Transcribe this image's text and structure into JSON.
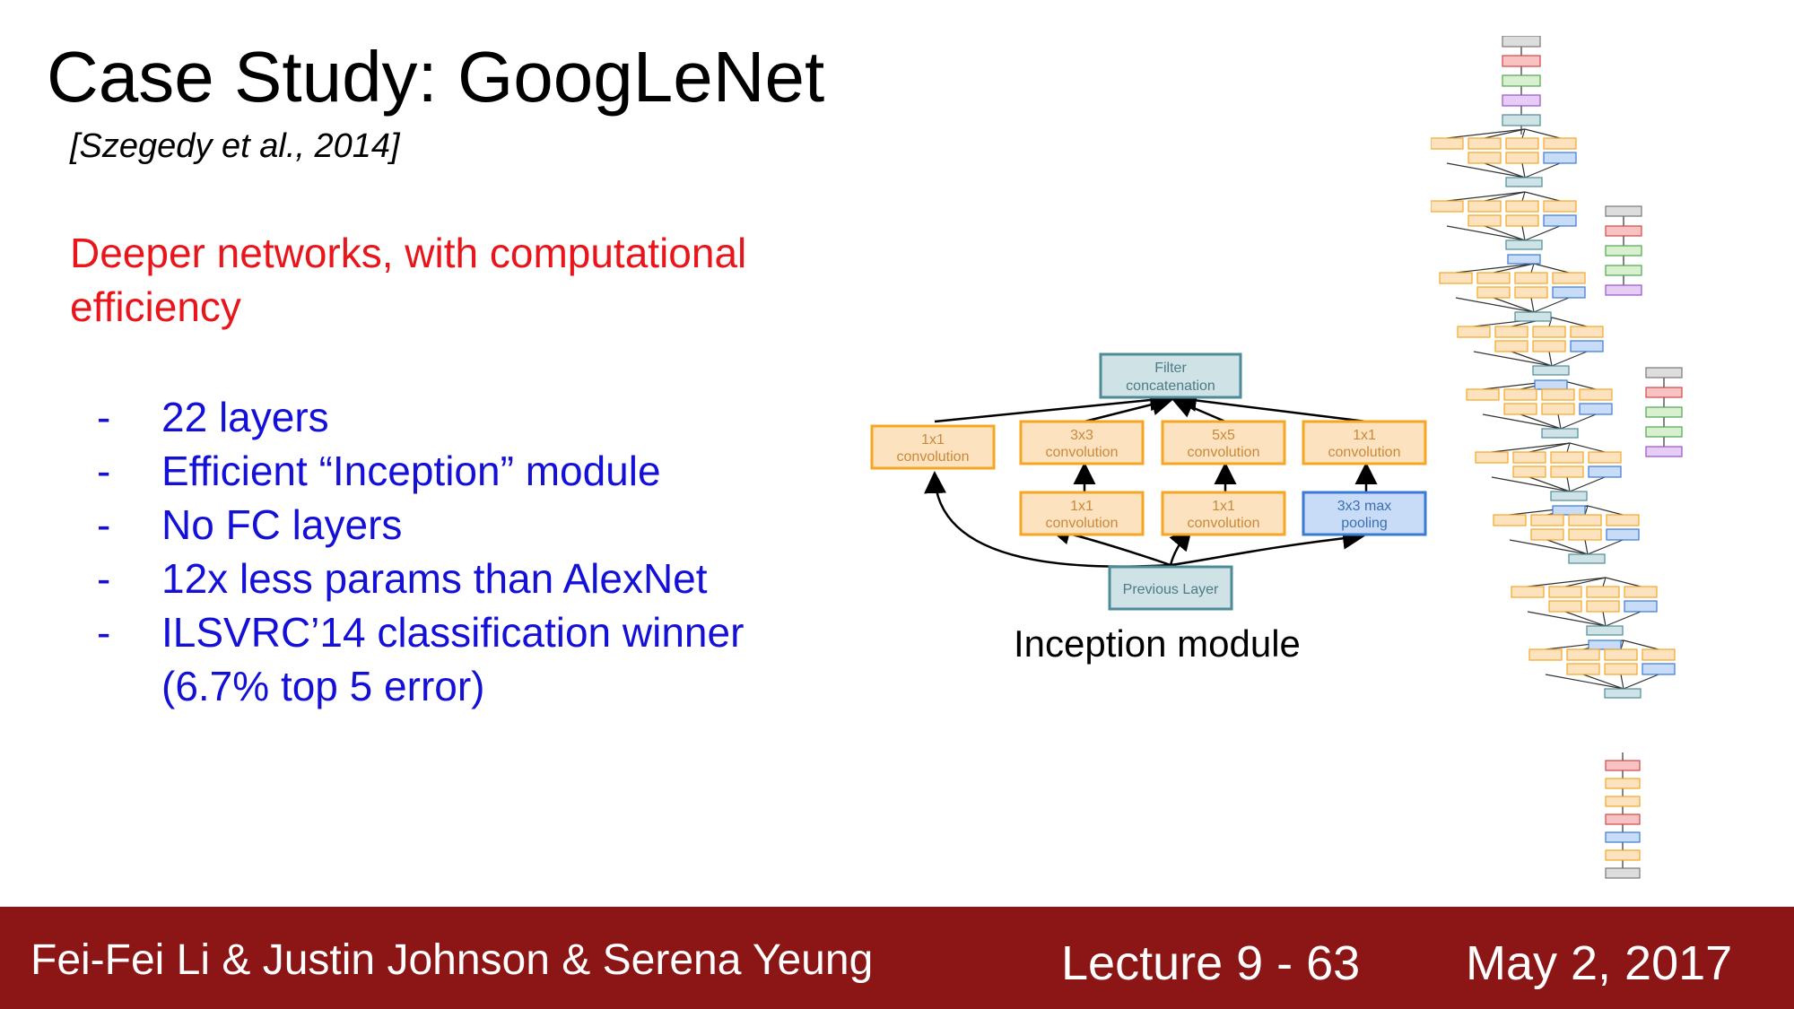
{
  "slide": {
    "title": "Case Study: GoogLeNet",
    "citation": "[Szegedy et al., 2014]",
    "intro": "Deeper networks, with computational efficiency",
    "bullets": [
      {
        "marker": "-",
        "text": "22 layers"
      },
      {
        "marker": "-",
        "text": "Efficient “Inception” module"
      },
      {
        "marker": "-",
        "text": "No FC layers"
      },
      {
        "marker": "-",
        "text": "12x less params than AlexNet"
      },
      {
        "marker": "-",
        "text": "ILSVRC’14 classification winner (6.7% top 5 error)"
      }
    ],
    "diagram_caption": "Inception module"
  },
  "diagram": {
    "filter_concat": [
      "Filter",
      "concatenation"
    ],
    "top_row": [
      [
        "1x1",
        "convolution"
      ],
      [
        "3x3",
        "convolution"
      ],
      [
        "5x5",
        "convolution"
      ],
      [
        "1x1",
        "convolution"
      ]
    ],
    "mid_row": [
      [
        "1x1",
        "convolution"
      ],
      [
        "1x1",
        "convolution"
      ],
      [
        "3x3 max",
        "pooling"
      ]
    ],
    "previous_layer": "Previous Layer"
  },
  "colors": {
    "conv_fill": "#fde2c0",
    "conv_stroke": "#f5a623",
    "conv_text": "#c9893a",
    "pool_fill": "#c9dcf7",
    "pool_stroke": "#3a7ad5",
    "concat_fill": "#cfe2e6",
    "concat_stroke": "#4e8b98",
    "footer_bg": "#8c1515",
    "intro_red": "#e8151b",
    "bullet_blue": "#1410d8"
  },
  "footer": {
    "authors": "Fei-Fei Li & Justin Johnson & Serena Yeung",
    "lecture": "Lecture 9 - 63",
    "date": "May 2, 2017"
  }
}
